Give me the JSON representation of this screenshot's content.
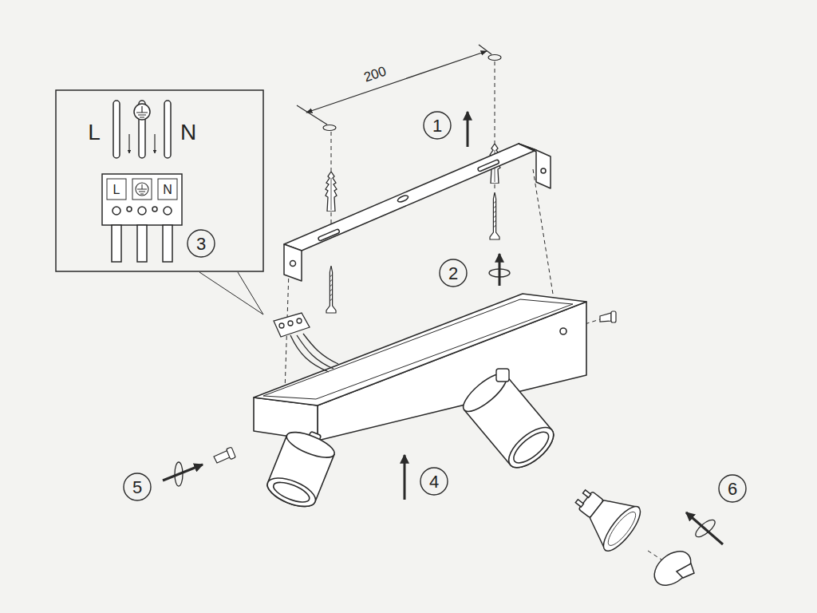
{
  "diagram": {
    "labels": [
      "200",
      "L",
      "N",
      "L",
      "N",
      "1",
      "2",
      "3",
      "4",
      "5",
      "6"
    ]
  }
}
